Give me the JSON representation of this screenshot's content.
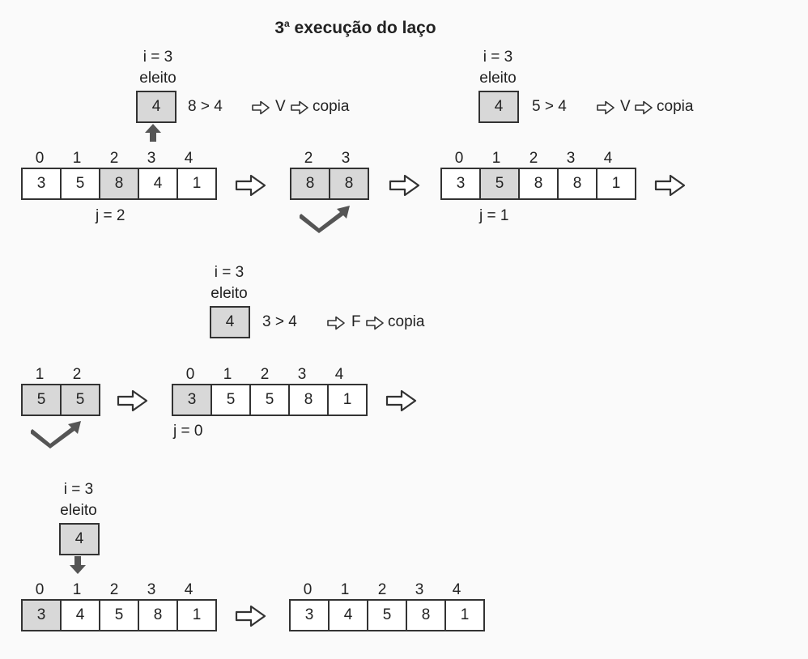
{
  "title": {
    "text": "3",
    "sup": "a",
    "rest": " execução do laço"
  },
  "s1": {
    "i": "i = 3",
    "eleito_label": "eleito",
    "eleito_value": "4",
    "cmp": "8 > 4",
    "result": "V",
    "action": "copia",
    "indices": [
      "0",
      "1",
      "2",
      "3",
      "4"
    ],
    "values": [
      "3",
      "5",
      "8",
      "4",
      "1"
    ],
    "j": "j = 2"
  },
  "s2": {
    "indices": [
      "2",
      "3"
    ],
    "values": [
      "8",
      "8"
    ]
  },
  "s3": {
    "i": "i = 3",
    "eleito_label": "eleito",
    "eleito_value": "4",
    "cmp": "5 > 4",
    "result": "V",
    "action": "copia",
    "indices": [
      "0",
      "1",
      "2",
      "3",
      "4"
    ],
    "values": [
      "3",
      "5",
      "8",
      "8",
      "1"
    ],
    "j": "j = 1"
  },
  "s4": {
    "i": "i = 3",
    "eleito_label": "eleito",
    "eleito_value": "4",
    "cmp": "3 > 4",
    "result": "F",
    "action": "copia"
  },
  "s5": {
    "indices": [
      "1",
      "2"
    ],
    "values": [
      "5",
      "5"
    ]
  },
  "s6": {
    "indices": [
      "0",
      "1",
      "2",
      "3",
      "4"
    ],
    "values": [
      "3",
      "5",
      "5",
      "8",
      "1"
    ],
    "j": "j = 0"
  },
  "s7": {
    "i": "i = 3",
    "eleito_label": "eleito",
    "eleito_value": "4",
    "indices": [
      "0",
      "1",
      "2",
      "3",
      "4"
    ],
    "values": [
      "3",
      "4",
      "5",
      "8",
      "1"
    ]
  },
  "s8": {
    "indices": [
      "0",
      "1",
      "2",
      "3",
      "4"
    ],
    "values": [
      "3",
      "4",
      "5",
      "8",
      "1"
    ]
  }
}
